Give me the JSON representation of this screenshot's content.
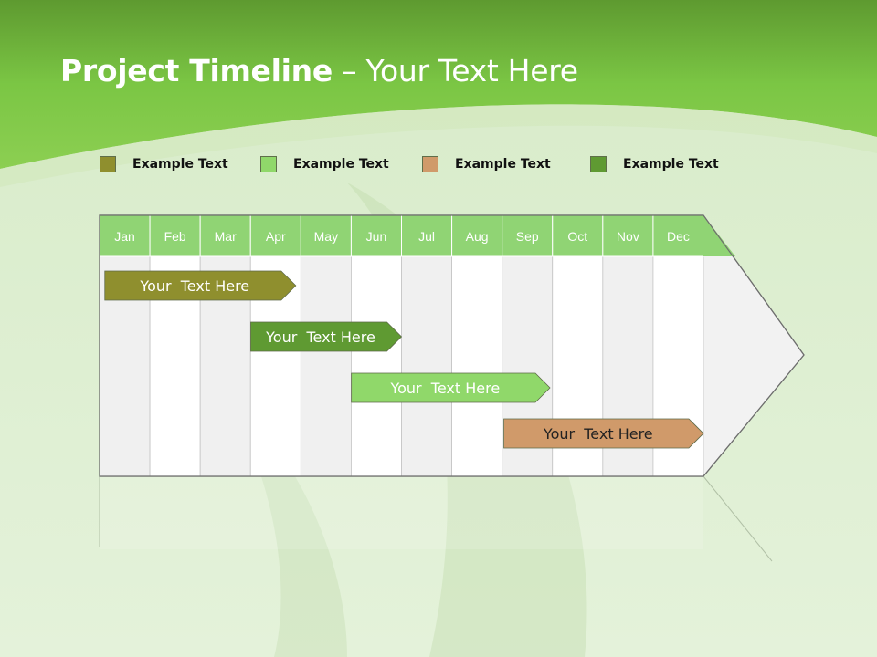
{
  "title": {
    "bold": "Project Timeline",
    "rest": " – Your Text Here"
  },
  "legend": [
    {
      "label": "Example Text",
      "color": "#8f8f2e"
    },
    {
      "label": "Example Text",
      "color": "#90d86a"
    },
    {
      "label": "Example Text",
      "color": "#d09a6a"
    },
    {
      "label": "Example Text",
      "color": "#5f9a32"
    }
  ],
  "months": [
    "Jan",
    "Feb",
    "Mar",
    "Apr",
    "May",
    "Jun",
    "Jul",
    "Aug",
    "Sep",
    "Oct",
    "Nov",
    "Dec"
  ],
  "tasks": [
    {
      "label": "Your  Text Here",
      "start_month": 0.05,
      "end_month": 3.9,
      "color": "#8f8f2e"
    },
    {
      "label": "Your  Text Here",
      "start_month": 2.95,
      "end_month": 6.0,
      "color": "#5f9a32"
    },
    {
      "label": "Your  Text Here",
      "start_month": 4.95,
      "end_month": 8.95,
      "color": "#90d86a"
    },
    {
      "label": "Your  Text Here",
      "start_month": 7.98,
      "end_month": 12.0,
      "color": "#d09a6a"
    }
  ],
  "colors": {
    "header_green": "#90d474",
    "band_green": "#79c640",
    "title_text": "#ffffff"
  }
}
